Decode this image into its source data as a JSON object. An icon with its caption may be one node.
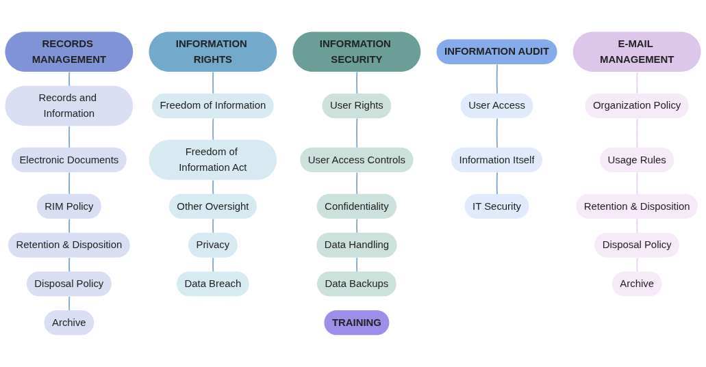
{
  "diagram": {
    "nodes": [
      {
        "text": [
          "RECORDS MANAGEMENT"
        ]
      },
      {
        "text": [
          "Records and Information"
        ]
      },
      {
        "text": [
          "Electronic Documents"
        ]
      },
      {
        "text": [
          "RIM Policy"
        ]
      },
      {
        "text": [
          "Retention & Disposition"
        ]
      },
      {
        "text": [
          "Disposal Policy"
        ]
      },
      {
        "text": [
          "Archive"
        ]
      },
      {
        "text": [
          "INFORMATION RIGHTS"
        ]
      },
      {
        "text": [
          "Freedom of Information"
        ]
      },
      {
        "text": [
          "Freedom of Information Act"
        ]
      },
      {
        "text": [
          "Other Oversight"
        ]
      },
      {
        "text": [
          "Privacy"
        ]
      },
      {
        "text": [
          "Data Breach"
        ]
      },
      {
        "text": [
          "INFORMATION SECURITY"
        ]
      },
      {
        "text": [
          "User Rights"
        ]
      },
      {
        "text": [
          "User Access Controls"
        ]
      },
      {
        "text": [
          "Confidentiality"
        ]
      },
      {
        "text": [
          "Data Handling"
        ]
      },
      {
        "text": [
          "Data Backups"
        ]
      },
      {
        "text": [
          "TRAINING"
        ]
      },
      {
        "text": [
          "INFORMATION AUDIT"
        ]
      },
      {
        "text": [
          "User Access"
        ]
      },
      {
        "text": [
          "Information Itself"
        ]
      },
      {
        "text": [
          "IT Security"
        ]
      },
      {
        "text": [
          "E-MAIL MANAGEMENT"
        ]
      },
      {
        "text": [
          "Organization Policy"
        ]
      },
      {
        "text": [
          "Usage Rules"
        ]
      },
      {
        "text": [
          "Retention & Disposition"
        ]
      },
      {
        "text": [
          "Disposal Policy"
        ]
      },
      {
        "text": [
          "Archive"
        ]
      }
    ],
    "edges": [
      {
        "from": 0,
        "to": 1,
        "arrow": "none"
      },
      {
        "from": 1,
        "to": 2,
        "arrow": "none"
      },
      {
        "from": 2,
        "to": 3,
        "arrow": "none"
      },
      {
        "from": 3,
        "to": 4,
        "arrow": "none"
      },
      {
        "from": 4,
        "to": 5,
        "arrow": "none"
      },
      {
        "from": 5,
        "to": 6,
        "arrow": "none"
      },
      {
        "from": 7,
        "to": 8,
        "arrow": "none"
      },
      {
        "from": 8,
        "to": 9,
        "arrow": "none"
      },
      {
        "from": 9,
        "to": 10,
        "arrow": "none"
      },
      {
        "from": 10,
        "to": 11,
        "arrow": "none"
      },
      {
        "from": 11,
        "to": 12,
        "arrow": "none"
      },
      {
        "from": 13,
        "to": 14,
        "arrow": "none"
      },
      {
        "from": 14,
        "to": 15,
        "arrow": "none"
      },
      {
        "from": 15,
        "to": 16,
        "arrow": "none"
      },
      {
        "from": 16,
        "to": 17,
        "arrow": "none"
      },
      {
        "from": 17,
        "to": 18,
        "arrow": "none"
      },
      {
        "from": 20,
        "to": 21,
        "arrow": "none"
      },
      {
        "from": 21,
        "to": 22,
        "arrow": "none"
      },
      {
        "from": 22,
        "to": 23,
        "arrow": "none"
      },
      {
        "from": 24,
        "to": 25,
        "arrow": "none",
        "color": "#e6d3ee"
      },
      {
        "from": 25,
        "to": 26,
        "arrow": "none",
        "color": "#e6d3ee"
      },
      {
        "from": 26,
        "to": 27,
        "arrow": "none",
        "color": "#e6d3ee"
      },
      {
        "from": 27,
        "to": 28,
        "arrow": "none",
        "color": "#e6d3ee"
      },
      {
        "from": 28,
        "to": 29,
        "arrow": "none",
        "color": "#e6d3ee"
      }
    ]
  }
}
